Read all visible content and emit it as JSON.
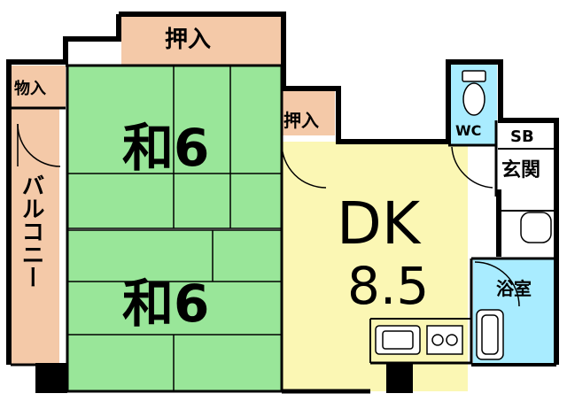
{
  "colors": {
    "tatami": "#99e699",
    "oshiire": "#f4c9a8",
    "dk": "#fbf7b4",
    "wet": "#a9ecff",
    "wall": "#000000",
    "lines": "#000000"
  },
  "rooms": {
    "washitsu_upper": {
      "name": "和",
      "size": "6"
    },
    "washitsu_lower": {
      "name": "和",
      "size": "6"
    },
    "dk": {
      "name": "DK",
      "size": "8.5"
    },
    "oshiire_top": {
      "name": "押入"
    },
    "oshiire_mid": {
      "name": "押入"
    },
    "monoire": {
      "name": "物入"
    },
    "balcony": {
      "name": "バルコニー"
    },
    "wc": {
      "name": "WC"
    },
    "sb": {
      "name": "SB"
    },
    "genkan": {
      "name": "玄関"
    },
    "bath": {
      "name": "浴室"
    }
  }
}
